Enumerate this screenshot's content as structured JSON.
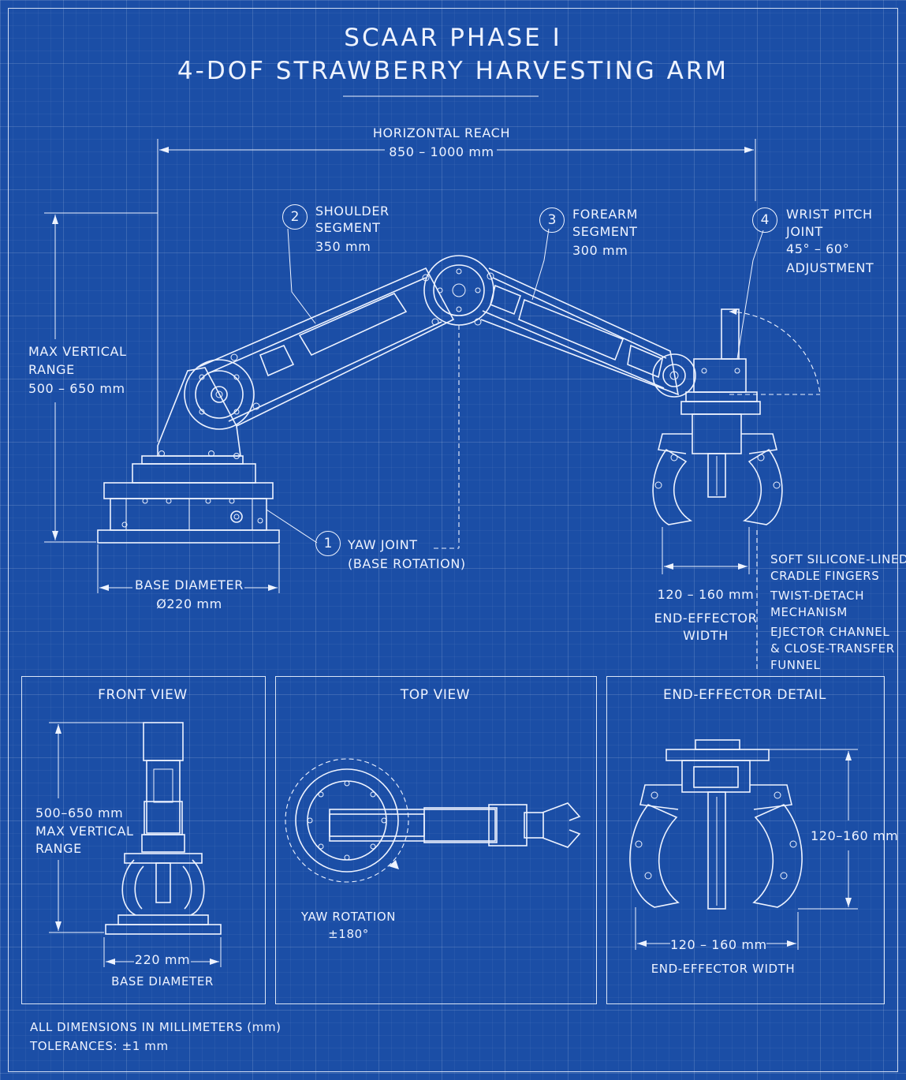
{
  "header": {
    "title_line1": "SCAAR PHASE I",
    "title_line2": "4-DOF STRAWBERRY HARVESTING ARM"
  },
  "main_view": {
    "horizontal_reach": {
      "label": "HORIZONTAL REACH",
      "value": "850 – 1000 mm"
    },
    "vertical_range": {
      "line1": "MAX VERTICAL",
      "line2": "RANGE",
      "value": "500 – 650 mm"
    },
    "base_diameter": {
      "label": "BASE DIAMETER",
      "value": "Ø220 mm"
    },
    "callouts": [
      {
        "number": "1",
        "line1": "YAW JOINT",
        "line2": "(BASE ROTATION)"
      },
      {
        "number": "2",
        "line1": "SHOULDER",
        "line2": "SEGMENT",
        "line3": "350 mm"
      },
      {
        "number": "3",
        "line1": "FOREARM",
        "line2": "SEGMENT",
        "line3": "300 mm"
      },
      {
        "number": "4",
        "line1": "WRIST PITCH",
        "line2": "JOINT",
        "line3": "45° – 60°",
        "line4": "ADJUSTMENT"
      }
    ],
    "end_effector_width": {
      "value": "120 – 160 mm",
      "line1": "END-EFFECTOR",
      "line2": "WIDTH"
    },
    "features": [
      {
        "line1": "SOFT SILICONE-LINED",
        "line2": "CRADLE FINGERS"
      },
      {
        "line1": "TWIST-DETACH",
        "line2": "MECHANISM"
      },
      {
        "line1": "EJECTOR CHANNEL",
        "line2": "& CLOSE-TRANSFER",
        "line3": "FUNNEL"
      }
    ]
  },
  "panels": {
    "front": {
      "title": "FRONT VIEW",
      "dim_value": "500–650 mm",
      "dim_line2": "MAX VERTICAL",
      "dim_line3": "RANGE",
      "base_value": "220 mm",
      "base_label": "BASE DIAMETER"
    },
    "top": {
      "title": "TOP VIEW",
      "rotation_label": "YAW ROTATION",
      "rotation_value": "±180°"
    },
    "detail": {
      "title": "END-EFFECTOR DETAIL",
      "height_value": "120–160 mm",
      "width_value": "120 – 160 mm",
      "width_label": "END-EFFECTOR WIDTH"
    }
  },
  "notes": {
    "line1": "ALL DIMENSIONS IN MILLIMETERS (mm)",
    "line2": "TOLERANCES: ±1 mm"
  }
}
